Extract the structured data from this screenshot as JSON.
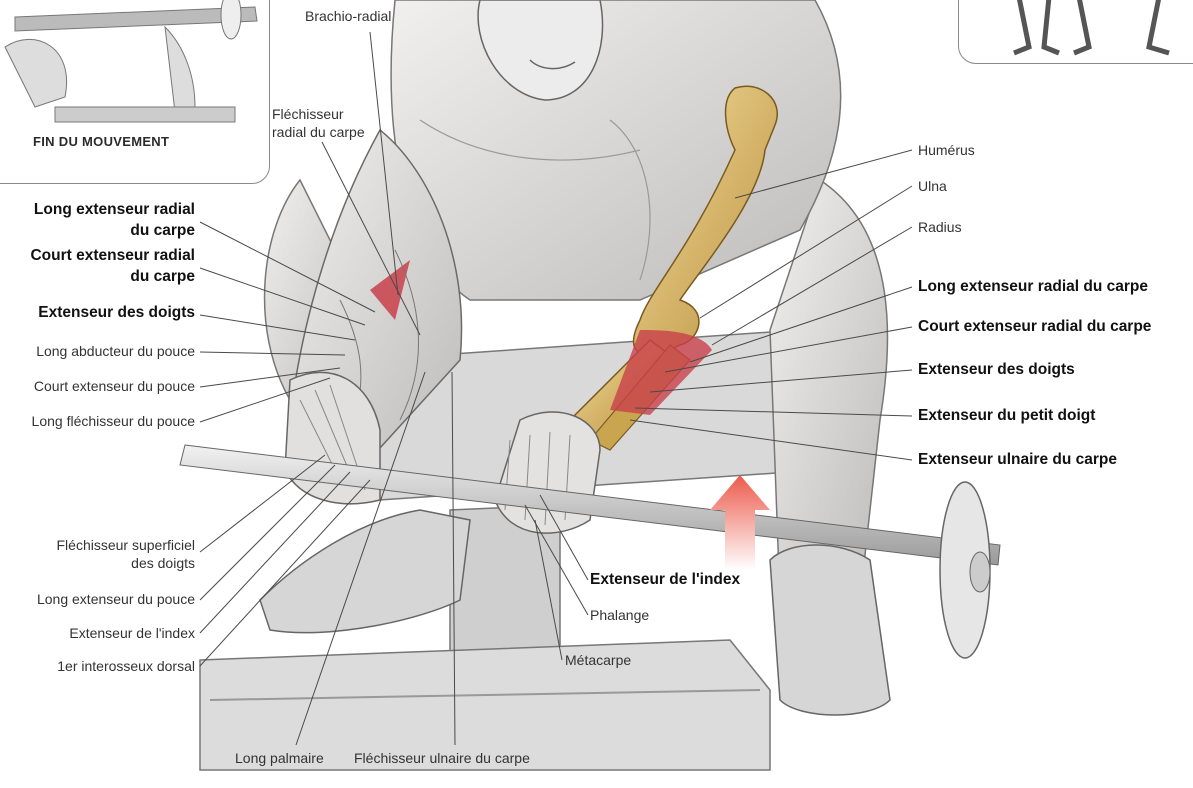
{
  "inset_caption": "FIN DU MOUVEMENT",
  "labels": {
    "brachio_radial": "Brachio-radial",
    "flechisseur_radial_l1": "Fléchisseur",
    "flechisseur_radial_l2": "radial du carpe",
    "left_long_ext_radial_l1": "Long extenseur radial",
    "left_long_ext_radial_l2": "du carpe",
    "left_court_ext_radial_l1": "Court extenseur radial",
    "left_court_ext_radial_l2": "du carpe",
    "left_ext_doigts": "Extenseur des doigts",
    "long_abducteur_pouce": "Long abducteur du pouce",
    "court_ext_pouce": "Court extenseur du pouce",
    "long_flech_pouce": "Long fléchisseur du pouce",
    "flech_superficiel_l1": "Fléchisseur superficiel",
    "flech_superficiel_l2": "des doigts",
    "long_ext_pouce": "Long extenseur du pouce",
    "left_ext_index": "Extenseur de l'index",
    "interosseux": "1er interosseux dorsal",
    "long_palmaire": "Long palmaire",
    "flech_ulnaire": "Fléchisseur ulnaire du carpe",
    "humerus": "Humérus",
    "ulna": "Ulna",
    "radius": "Radius",
    "right_long_ext_radial": "Long extenseur radial du carpe",
    "right_court_ext_radial": "Court extenseur radial du carpe",
    "right_ext_doigts": "Extenseur des doigts",
    "ext_petit_doigt": "Extenseur du petit doigt",
    "ext_ulnaire": "Extenseur ulnaire du carpe",
    "right_ext_index": "Extenseur de l'index",
    "phalange": "Phalange",
    "metacarpe": "Métacarpe"
  },
  "colors": {
    "skin": "#e6e4e2",
    "bone": "#d8b560",
    "muscle_highlight": "#c8404a",
    "arrow": "#ee6a5c",
    "leader": "#4a4a4a"
  }
}
